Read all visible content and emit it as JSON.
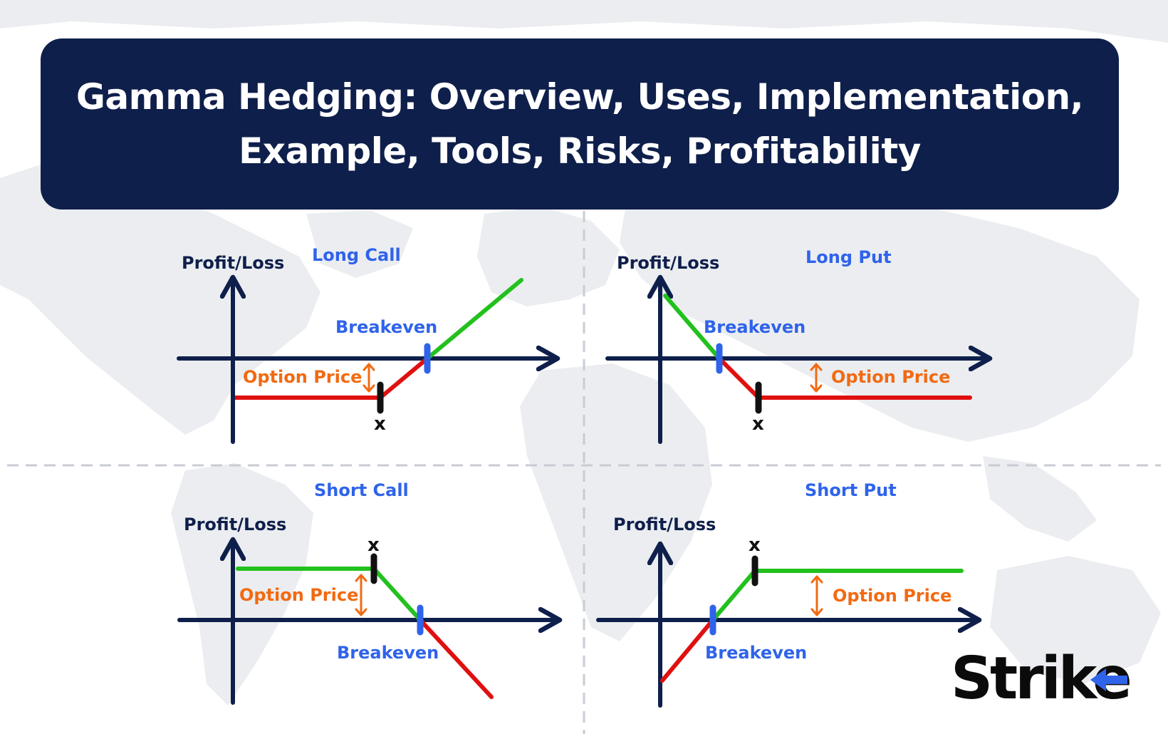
{
  "title": {
    "line1": "Gamma Hedging: Overview, Uses, Implementation,",
    "line2": "Example, Tools, Risks, Profitability"
  },
  "brand": {
    "name": "Strike"
  },
  "colors": {
    "banner": "#0f1f4b",
    "axis": "#0f1f4b",
    "profit": "#22c11d",
    "loss": "#e01010",
    "breakeven": "#2f63ea",
    "option_price": "#f26a12",
    "strike_marker": "#111111",
    "divider": "#c8ccd4",
    "map": "#ebedf0"
  },
  "panels": [
    {
      "name": "Long Call",
      "axis_label": "Profit/Loss",
      "breakeven_label": "Breakeven",
      "option_price_label": "Option Price",
      "strike_label": "x"
    },
    {
      "name": "Long Put",
      "axis_label": "Profit/Loss",
      "breakeven_label": "Breakeven",
      "option_price_label": "Option Price",
      "strike_label": "x"
    },
    {
      "name": "Short Call",
      "axis_label": "Profit/Loss",
      "breakeven_label": "Breakeven",
      "option_price_label": "Option Price",
      "strike_label": "x"
    },
    {
      "name": "Short Put",
      "axis_label": "Profit/Loss",
      "breakeven_label": "Breakeven",
      "option_price_label": "Option Price",
      "strike_label": "x"
    }
  ]
}
